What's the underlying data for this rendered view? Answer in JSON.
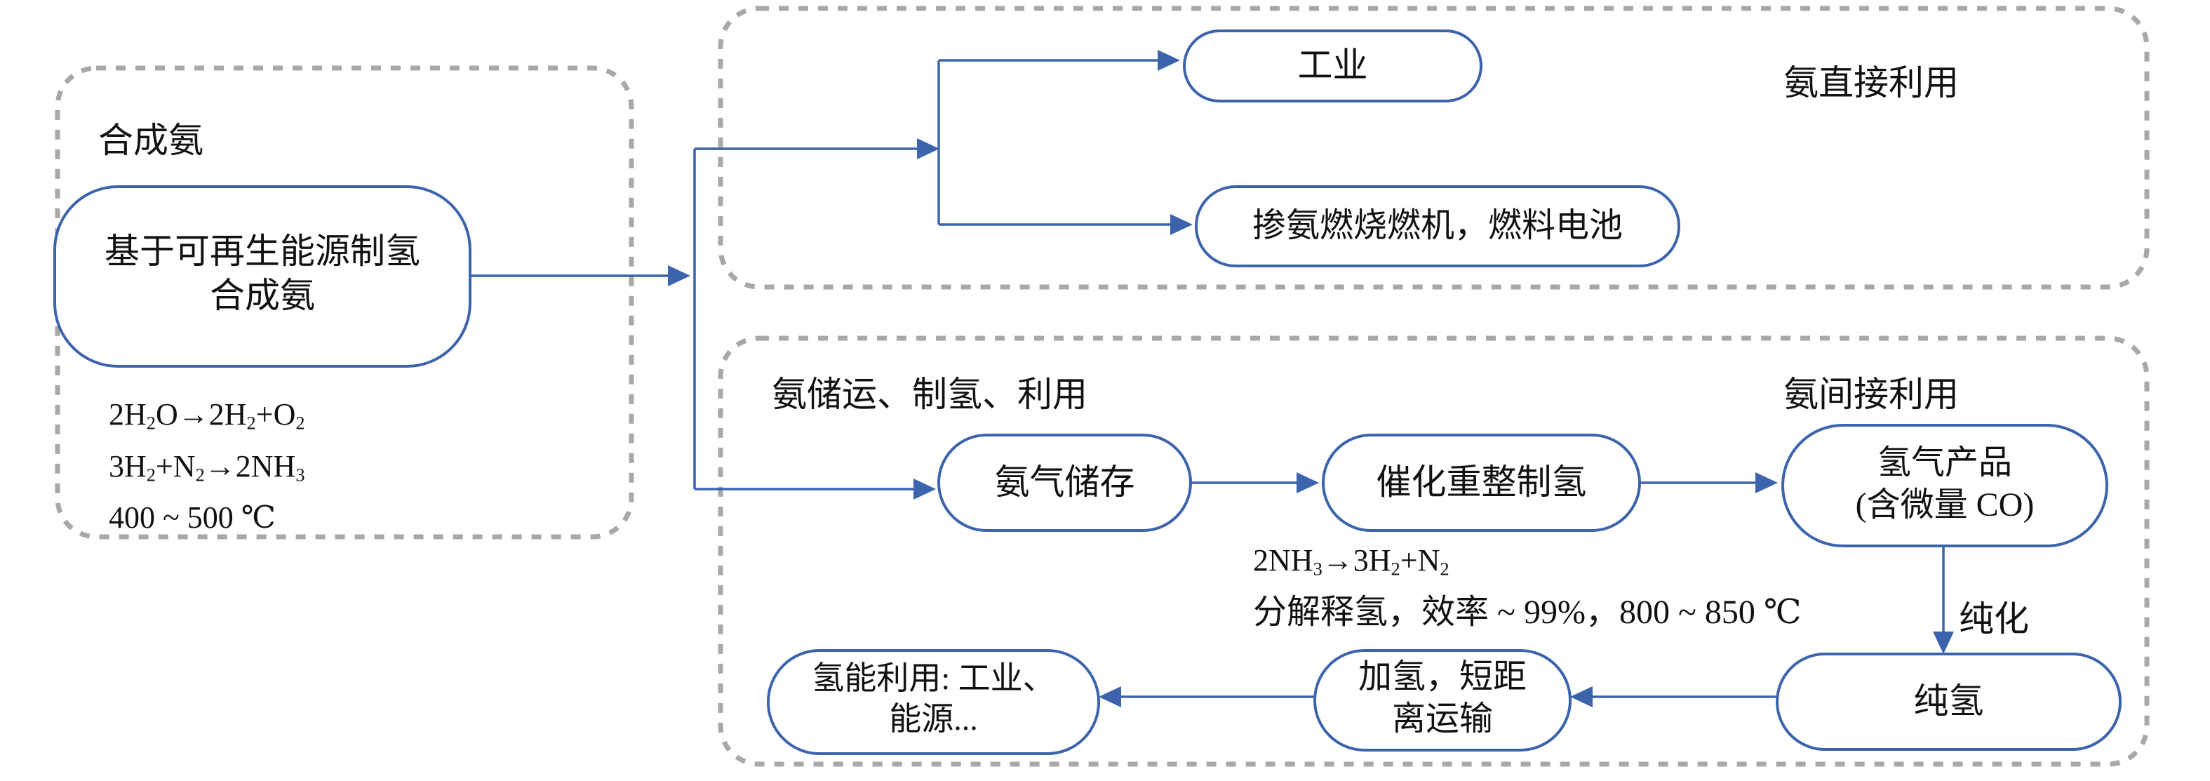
{
  "groups": {
    "synthesis": "合成氨",
    "direct": "氨直接利用",
    "chain": "氨储运、制氢、利用",
    "indirect": "氨间接利用"
  },
  "nodes": {
    "renewable": [
      "基于可再生能源制氢",
      "合成氨"
    ],
    "industry": "工业",
    "engine": "掺氨燃烧燃机，燃料电池",
    "storage": "氨气储存",
    "reforming": "催化重整制氢",
    "product": [
      "氢气产品",
      "(含微量 CO)"
    ],
    "pure": "纯氢",
    "station": [
      "加氢，短距",
      "离运输"
    ],
    "use": [
      "氢能利用: 工业、",
      "能源..."
    ]
  },
  "equations": {
    "synthesis": [
      {
        "a": "2H",
        "s1": "2",
        "b": "O→2H",
        "s2": "2",
        "c": "+O",
        "s3": "2"
      },
      {
        "a": "3H",
        "s1": "2",
        "b": "+N",
        "s2": "2",
        "c": "→2NH",
        "s3": "3"
      }
    ],
    "synthesis_temp": "400 ~ 500 ℃",
    "decomp": {
      "a": "2NH",
      "s1": "3",
      "b": "→3H",
      "s2": "2",
      "c": "+N",
      "s3": "2"
    },
    "decomp_note": "分解释氢，效率 ~ 99%，800 ~ 850 ℃"
  },
  "edge_labels": {
    "purify": "纯化"
  },
  "colors": {
    "node_stroke": "#3b64ad",
    "connector": "#3b64ad",
    "group_border": "#a8a8a8",
    "text": "#111111"
  }
}
